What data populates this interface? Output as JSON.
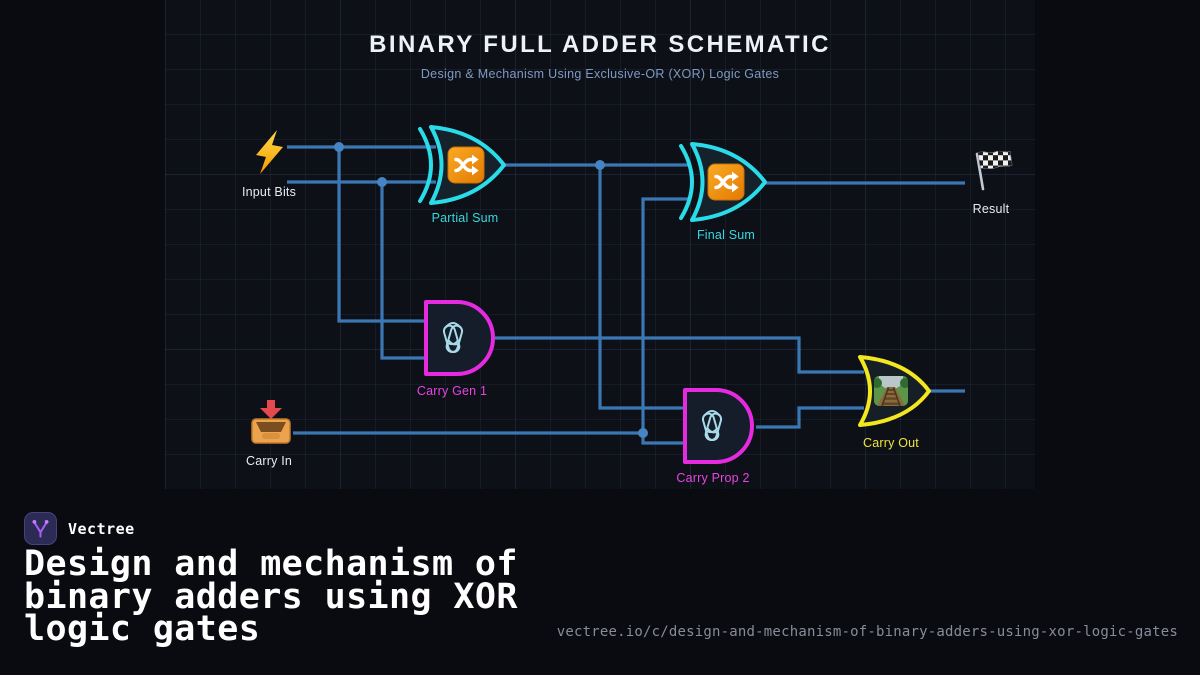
{
  "header": {
    "title": "BINARY FULL ADDER SCHEMATIC",
    "subtitle": "Design & Mechanism Using Exclusive-OR (XOR) Logic Gates"
  },
  "diagram": {
    "nodes": {
      "input_bits": {
        "label": "Input Bits",
        "icon": "lightning-bolt-icon"
      },
      "carry_in": {
        "label": "Carry In",
        "icon": "inbox-tray-icon"
      },
      "partial_sum": {
        "label": "Partial Sum",
        "gate": "XOR",
        "icon": "shuffle-arrows-icon"
      },
      "final_sum": {
        "label": "Final Sum",
        "gate": "XOR",
        "icon": "shuffle-arrows-icon"
      },
      "carry_gen_1": {
        "label": "Carry Gen 1",
        "gate": "AND",
        "icon": "ballet-shoes-icon"
      },
      "carry_prop_2": {
        "label": "Carry Prop 2",
        "gate": "AND",
        "icon": "ballet-shoes-icon"
      },
      "carry_out": {
        "label": "Carry Out",
        "gate": "OR",
        "icon": "railway-track-icon"
      },
      "result": {
        "label": "Result",
        "icon": "checkered-flag-icon"
      }
    },
    "connections": [
      {
        "from": "input_bits",
        "to": "partial_sum"
      },
      {
        "from": "input_bits",
        "to": "carry_gen_1"
      },
      {
        "from": "partial_sum",
        "to": "final_sum"
      },
      {
        "from": "partial_sum",
        "to": "carry_prop_2"
      },
      {
        "from": "carry_in",
        "to": "final_sum"
      },
      {
        "from": "carry_in",
        "to": "carry_prop_2"
      },
      {
        "from": "carry_gen_1",
        "to": "carry_out"
      },
      {
        "from": "carry_prop_2",
        "to": "carry_out"
      },
      {
        "from": "final_sum",
        "to": "result"
      }
    ]
  },
  "branding": {
    "name": "Vectree",
    "headline_lines": [
      "Design and mechanism of",
      "binary adders using XOR",
      "logic gates"
    ],
    "url": "vectree.io/c/design-and-mechanism-of-binary-adders-using-xor-logic-gates"
  },
  "colors": {
    "bg": "#0a0a11",
    "panel": "#0d1017",
    "wire": "#3b77b3",
    "junction": "#4684c2",
    "xor": "#2adce9",
    "and": "#e52ae0",
    "or": "#f3e71f",
    "title": "#eef1f6",
    "subtitle": "#7e9ac2",
    "labelLight": "#e9ebef",
    "url": "#878d98",
    "iconOrange": "#f5941d",
    "brandPurple": "#a55ef2"
  }
}
